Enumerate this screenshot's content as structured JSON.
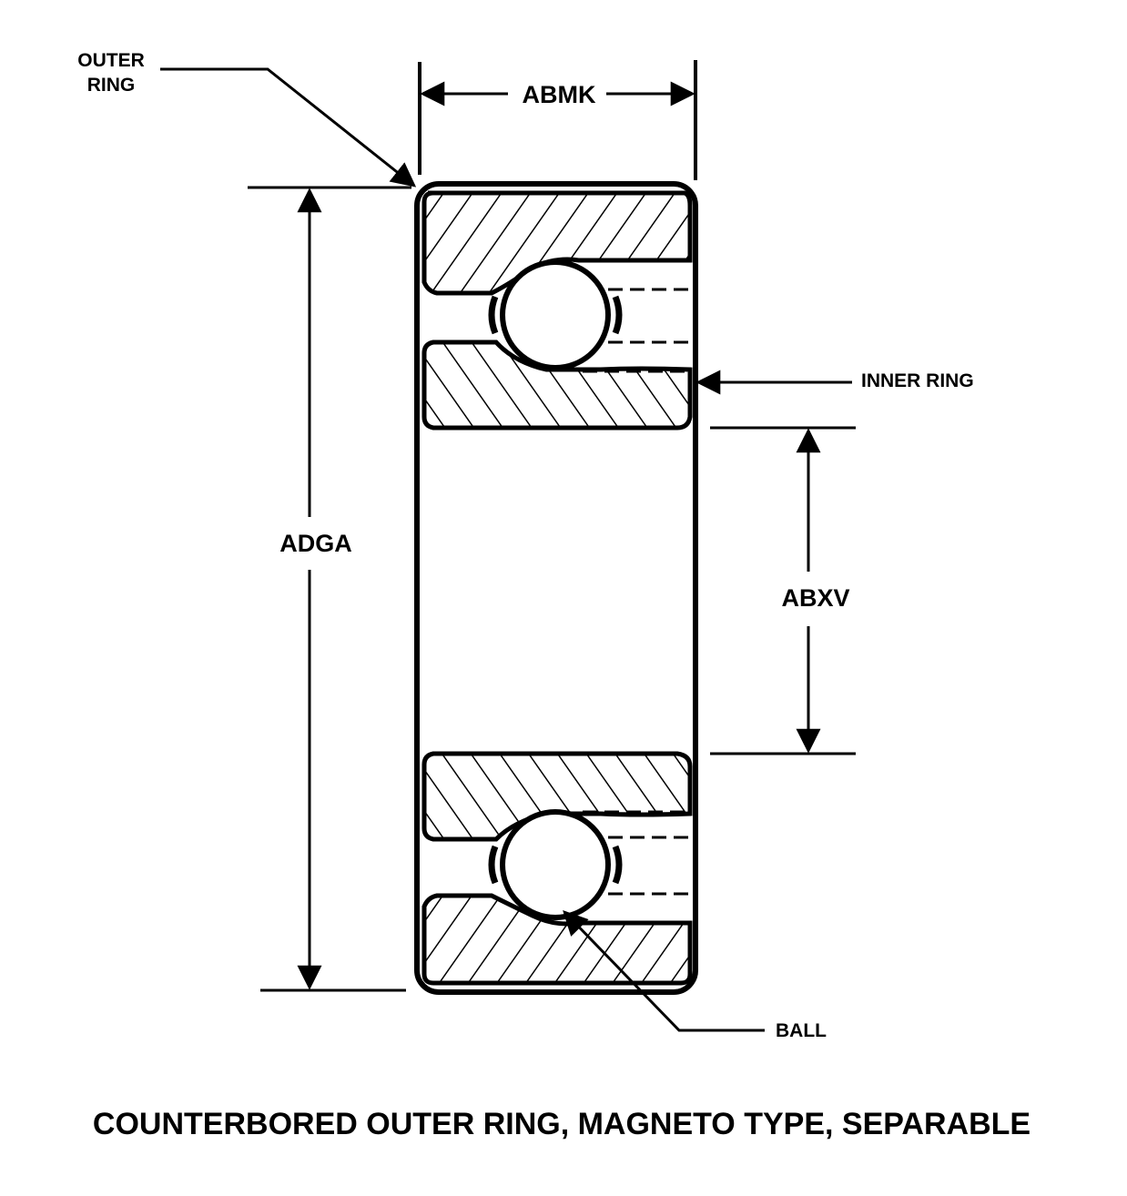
{
  "labels": {
    "outer_ring_line1": "OUTER",
    "outer_ring_line2": "RING",
    "inner_ring": "INNER RING",
    "ball": "BALL",
    "dim_width": "ABMK",
    "dim_outer_diameter": "ADGA",
    "dim_bore": "ABXV"
  },
  "caption": "COUNTERBORED OUTER RING, MAGNETO TYPE, SEPARABLE",
  "colors": {
    "line": "#000000",
    "background": "#ffffff"
  }
}
